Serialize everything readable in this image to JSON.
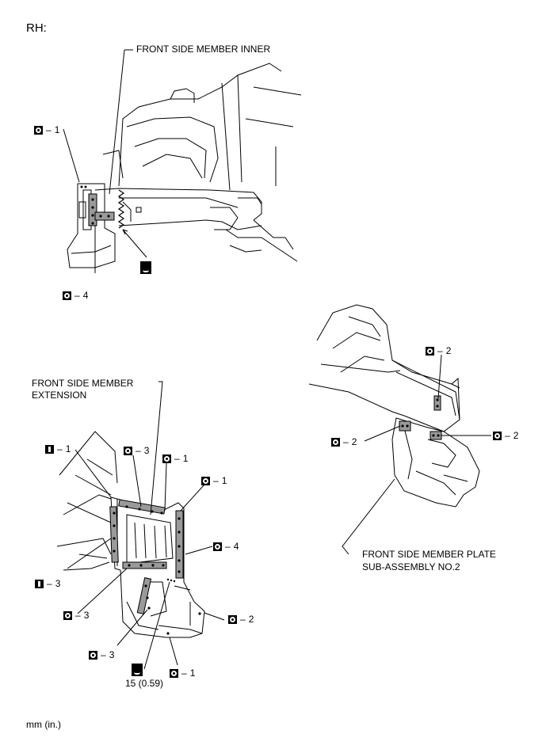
{
  "header": "RH:",
  "footer": "mm (in.)",
  "labels": {
    "inner": "FRONT SIDE MEMBER INNER",
    "ext1": "FRONT SIDE MEMBER",
    "ext2": "EXTENSION",
    "plate1": "FRONT SIDE MEMBER PLATE",
    "plate2": "SUB-ASSEMBLY NO.2",
    "dim": "15 (0.59)"
  },
  "callouts": [
    {
      "id": "c1",
      "symbol": "spot-weld-icon",
      "dash": "–",
      "num": "1"
    },
    {
      "id": "c2",
      "symbol": "spot-weld-icon",
      "dash": "–",
      "num": "4"
    },
    {
      "id": "c3",
      "symbol": "spot-weld-icon",
      "dash": "–",
      "num": "2"
    },
    {
      "id": "c4",
      "symbol": "spot-weld-icon",
      "dash": "–",
      "num": "2"
    },
    {
      "id": "c5",
      "symbol": "spot-weld-icon",
      "dash": "–",
      "num": "2"
    },
    {
      "id": "c6",
      "symbol": "plug-weld-icon",
      "dash": "–",
      "num": "1"
    },
    {
      "id": "c7",
      "symbol": "spot-weld-icon",
      "dash": "–",
      "num": "3"
    },
    {
      "id": "c8",
      "symbol": "spot-weld-icon",
      "dash": "–",
      "num": "1"
    },
    {
      "id": "c9",
      "symbol": "spot-weld-icon",
      "dash": "–",
      "num": "1"
    },
    {
      "id": "c10",
      "symbol": "spot-weld-icon",
      "dash": "–",
      "num": "4"
    },
    {
      "id": "c11",
      "symbol": "plug-weld-icon",
      "dash": "–",
      "num": "3"
    },
    {
      "id": "c12",
      "symbol": "spot-weld-icon",
      "dash": "–",
      "num": "3"
    },
    {
      "id": "c13",
      "symbol": "spot-weld-icon",
      "dash": "–",
      "num": "2"
    },
    {
      "id": "c14",
      "symbol": "spot-weld-icon",
      "dash": "–",
      "num": "3"
    },
    {
      "id": "c15",
      "symbol": "spot-weld-icon",
      "dash": "–",
      "num": "1"
    }
  ],
  "colors": {
    "line": "#000000",
    "seam": "#9a9a9a",
    "bg": "#ffffff"
  }
}
